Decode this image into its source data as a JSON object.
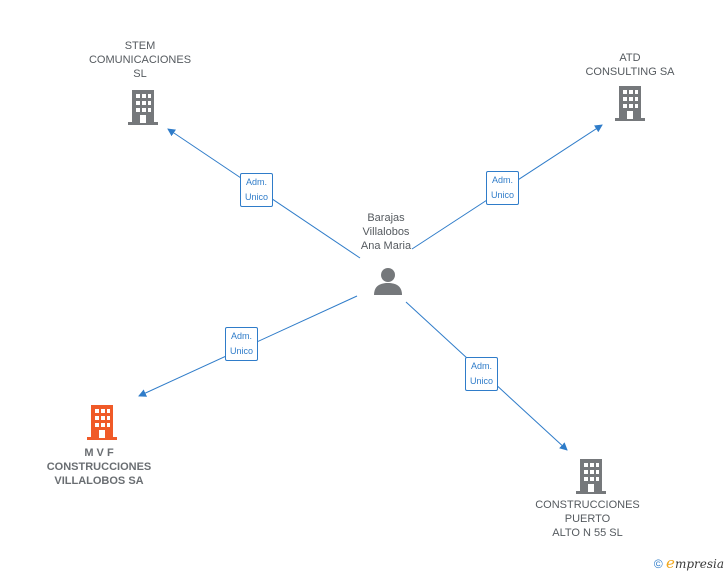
{
  "person": {
    "name_lines": [
      "Barajas",
      "Villalobos",
      "Ana Maria"
    ],
    "icon": "person-icon"
  },
  "companies": {
    "stem": {
      "name_lines": [
        "STEM",
        "COMUNICACIONES",
        "SL"
      ],
      "icon": "building-icon"
    },
    "atd": {
      "name_lines": [
        "ATD",
        "CONSULTING SA"
      ],
      "icon": "building-icon"
    },
    "mvf": {
      "name_lines": [
        "M V F",
        "CONSTRUCCIONES",
        "VILLALOBOS SA"
      ],
      "icon": "building-icon",
      "color": "#f05a28",
      "highlighted": true
    },
    "puerto": {
      "name_lines": [
        "CONSTRUCCIONES",
        "PUERTO",
        "ALTO N 55  SL"
      ],
      "icon": "building-icon"
    }
  },
  "relations": [
    {
      "target": "stem",
      "label_lines": [
        "Adm.",
        "Unico"
      ]
    },
    {
      "target": "atd",
      "label_lines": [
        "Adm.",
        "Unico"
      ]
    },
    {
      "target": "mvf",
      "label_lines": [
        "Adm.",
        "Unico"
      ]
    },
    {
      "target": "puerto",
      "label_lines": [
        "Adm.",
        "Unico"
      ]
    }
  ],
  "colors": {
    "edge": "#2f7cc9",
    "node": "#75787b",
    "highlight": "#f05a28"
  },
  "footer": {
    "copyright": "©",
    "brand_first": "e",
    "brand_rest": "mpresia"
  }
}
